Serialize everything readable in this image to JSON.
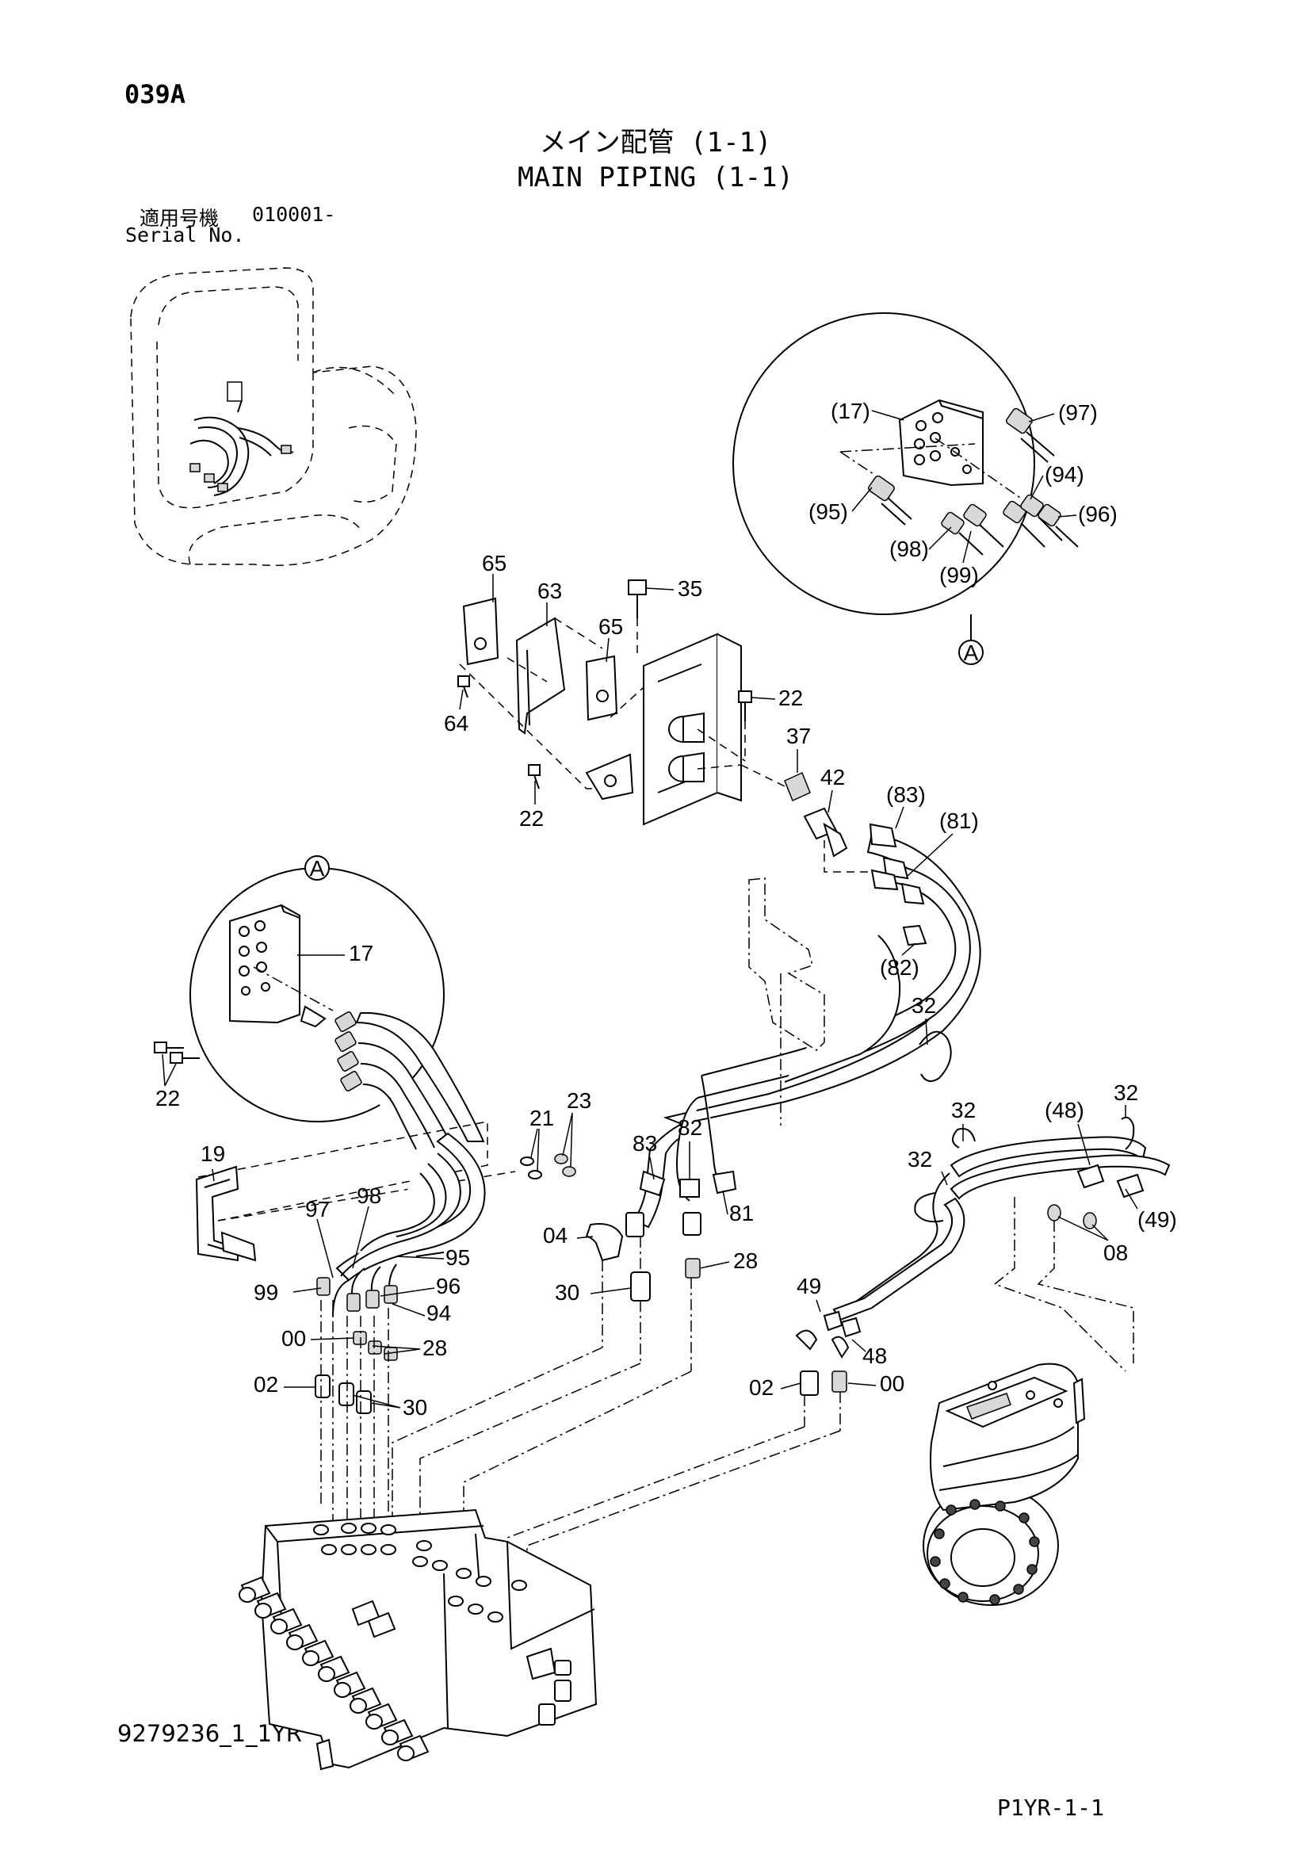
{
  "header": {
    "page_code": "039A",
    "title_jp": "メイン配管 (1-1)",
    "title_en": "MAIN PIPING (1-1)",
    "serial_label_jp": "適用号機",
    "serial_value": "010001-",
    "serial_label_en": "Serial No."
  },
  "footer": {
    "drawing_number": "9279236_1_1YR",
    "sheet_code": "P1YR-1-1"
  },
  "detail_marker": "A",
  "callouts": {
    "c17p": "(17)",
    "c97p": "(97)",
    "c94p": "(94)",
    "c95p": "(95)",
    "c96p": "(96)",
    "c98p": "(98)",
    "c99p": "(99)",
    "c65a": "65",
    "c63": "63",
    "c35": "35",
    "c65b": "65",
    "c64": "64",
    "c22a": "22",
    "c37": "37",
    "c22b": "22",
    "c42": "42",
    "c83p": "(83)",
    "c81p": "(81)",
    "c82p": "(82)",
    "c17": "17",
    "c22c": "22",
    "c32a": "32",
    "c21": "21",
    "c23": "23",
    "c19": "19",
    "c97": "97",
    "c98": "98",
    "c83": "83",
    "c82": "82",
    "c81": "81",
    "c04": "04",
    "c95": "95",
    "c99": "99",
    "c96": "96",
    "c94": "94",
    "c30a": "30",
    "c28a": "28",
    "c00a": "00",
    "c28b": "28",
    "c02a": "02",
    "c30b": "30",
    "c32b": "32",
    "c48p": "(48)",
    "c32c": "32",
    "c32d": "32",
    "c49p": "(49)",
    "c08": "08",
    "c49": "49",
    "c48": "48",
    "c02b": "02",
    "c00b": "00"
  }
}
